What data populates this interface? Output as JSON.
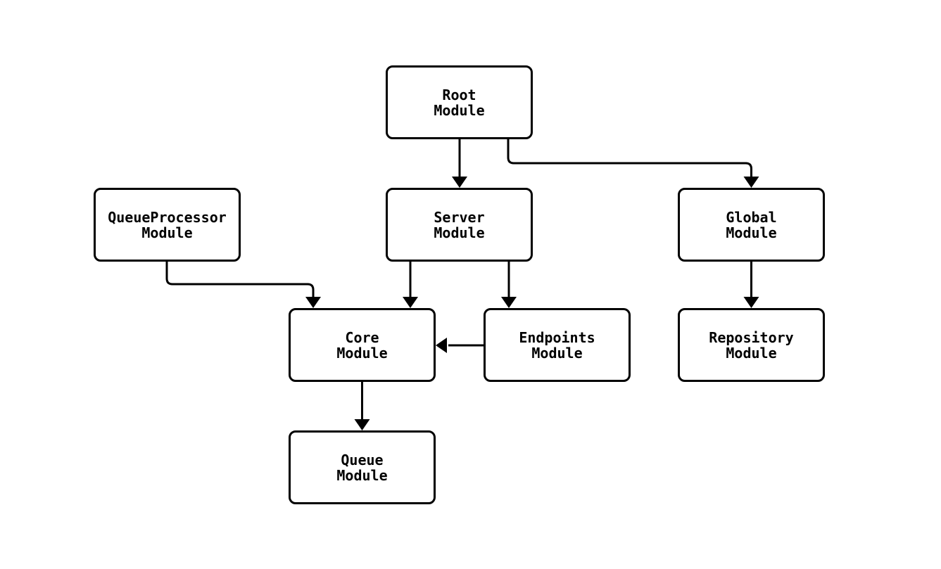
{
  "diagram": {
    "type": "module-dependency-flowchart",
    "background_color": "#ffffff",
    "node_fill_color": "#ffffff",
    "node_border_color": "#000000",
    "edge_color": "#000000",
    "text_color": "#000000",
    "nodes": {
      "root": {
        "line1": "Root",
        "line2": "Module"
      },
      "server": {
        "line1": "Server",
        "line2": "Module"
      },
      "queueprocessor": {
        "line1": "QueueProcessor",
        "line2": "Module"
      },
      "global": {
        "line1": "Global",
        "line2": "Module"
      },
      "core": {
        "line1": "Core",
        "line2": "Module"
      },
      "endpoints": {
        "line1": "Endpoints",
        "line2": "Module"
      },
      "repository": {
        "line1": "Repository",
        "line2": "Module"
      },
      "queue": {
        "line1": "Queue",
        "line2": "Module"
      }
    },
    "edges": [
      {
        "from": "Root Module",
        "to": "Server Module"
      },
      {
        "from": "Root Module",
        "to": "Global Module"
      },
      {
        "from": "Server Module",
        "to": "Core Module"
      },
      {
        "from": "Server Module",
        "to": "Endpoints Module"
      },
      {
        "from": "QueueProcessor Module",
        "to": "Core Module"
      },
      {
        "from": "Endpoints Module",
        "to": "Core Module"
      },
      {
        "from": "Global Module",
        "to": "Repository Module"
      },
      {
        "from": "Core Module",
        "to": "Queue Module"
      }
    ]
  }
}
